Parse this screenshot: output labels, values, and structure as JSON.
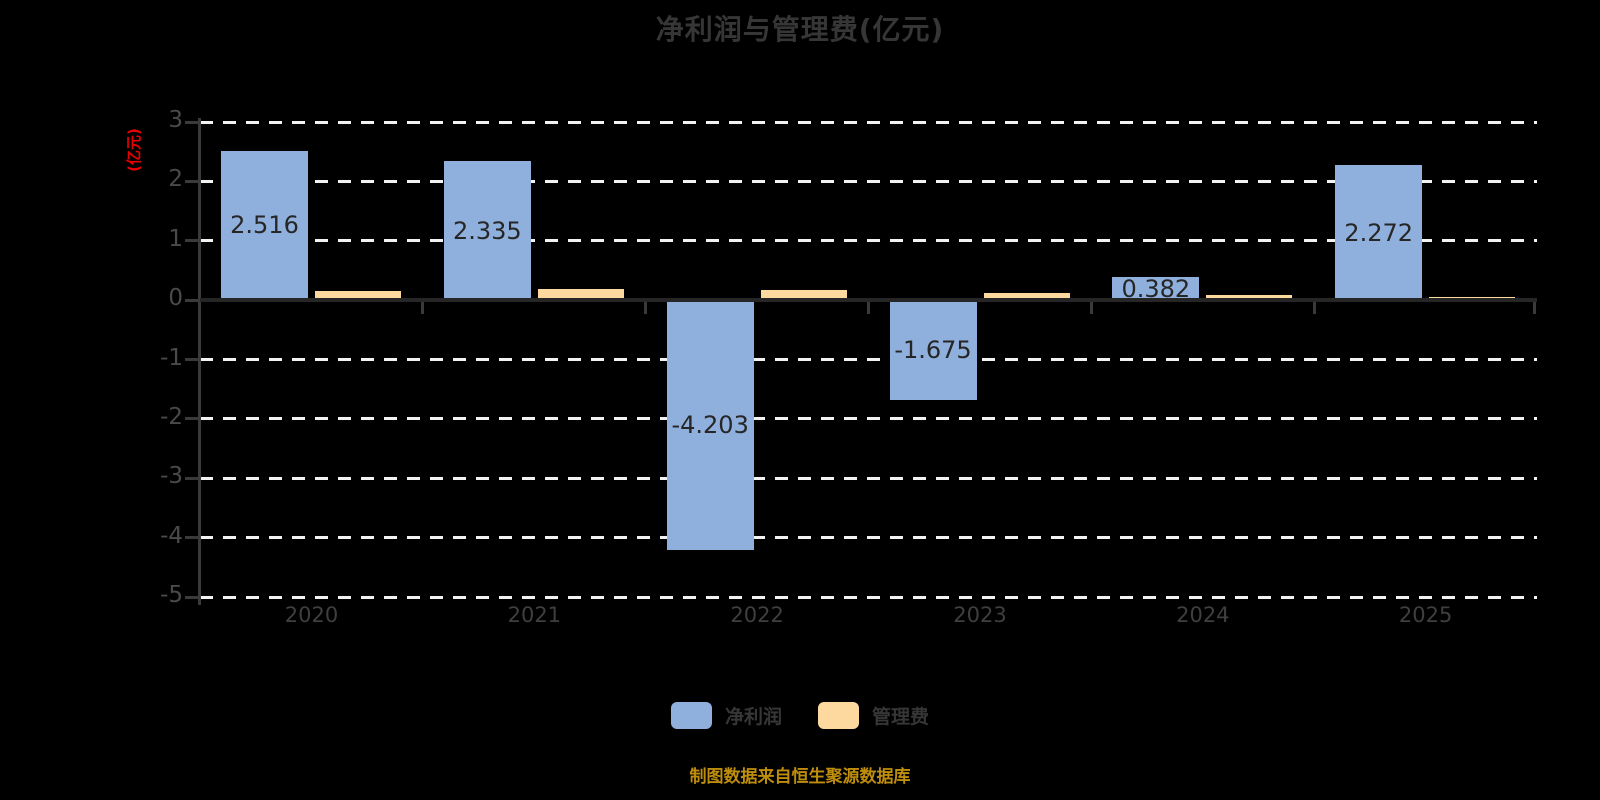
{
  "title": "净利润与管理费(亿元)",
  "y_axis_name": "(亿元)",
  "source_note": "制图数据来自恒生聚源数据库",
  "legend": {
    "items": [
      {
        "label": "净利润",
        "color": "#8FAFDC"
      },
      {
        "label": "管理费",
        "color": "#FDD9A0"
      }
    ]
  },
  "colors": {
    "background": "#000000",
    "net_profit_bar": "#8FAFDC",
    "management_fee_bar": "#FDD9A0",
    "gridline": "#F2F2F2",
    "axis_line": "#3A3A3A",
    "zero_line": "#262626",
    "tick_label": "#4A4A4A",
    "title_text": "#363636",
    "data_label": "#262626",
    "y_axis_name_text": "#E80000",
    "source_text": "#BD8D0B"
  },
  "chart_data": {
    "type": "bar",
    "title": "净利润与管理费(亿元)",
    "ylabel": "(亿元)",
    "categories": [
      "2020",
      "2021",
      "2022",
      "2023",
      "2024",
      "2025"
    ],
    "series": [
      {
        "name": "净利润",
        "color": "#8FAFDC",
        "values": [
          2.516,
          2.335,
          -4.203,
          -1.675,
          0.382,
          2.272
        ],
        "data_labels": [
          "2.516",
          "2.335",
          "-4.203",
          "-1.675",
          "0.382",
          "2.272"
        ]
      },
      {
        "name": "管理费",
        "color": "#FDD9A0",
        "values": [
          0.15,
          0.19,
          0.17,
          0.12,
          0.08,
          0.06
        ],
        "data_labels": []
      }
    ],
    "ylim": [
      -5,
      3
    ],
    "yticks": [
      3,
      2,
      1,
      0,
      -1,
      -2,
      -3,
      -4,
      -5
    ],
    "grid": "horizontal-dashed",
    "legend_position": "bottom"
  }
}
